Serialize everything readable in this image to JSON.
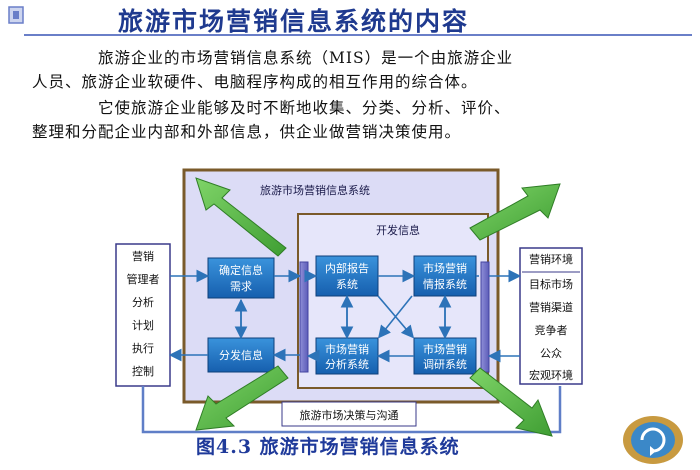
{
  "slide": {
    "title": "旅游市场营销信息系统的内容",
    "paragraph1_line1": "旅游企业的市场营销信息系统（MIS）是一个由旅游企业",
    "paragraph1_line2": "人员、旅游企业软硬件、电脑程序构成的相互作用的综合体。",
    "paragraph2_line1": "它使旅游企业能够及时不断地收集、分类、分析、评价、",
    "paragraph2_line2": "整理和分配企业内部和外部信息，供企业做营销决策使用。",
    "caption": "图4.3  旅游市场营销信息系统"
  },
  "diagram": {
    "outer_label": "旅游市场营销信息系统",
    "inner_label": "开发信息",
    "bottom_label": "旅游市场决策与沟通",
    "left_panel": [
      "营销",
      "管理者",
      "分析",
      "计划",
      "执行",
      "控制"
    ],
    "right_panel": [
      "营销环境",
      "目标市场",
      "营销渠道",
      "竞争者",
      "公众",
      "宏观环境"
    ],
    "box_needs": [
      "确定信息",
      "需求"
    ],
    "box_distribute": "分发信息",
    "box_internal": [
      "内部报告",
      "系统"
    ],
    "box_intel": [
      "市场营销",
      "情报系统"
    ],
    "box_analysis": [
      "市场营销",
      "分析系统"
    ],
    "box_research": [
      "市场营销",
      "调研系统"
    ]
  },
  "colors": {
    "title": "#1f3a8f",
    "outer_fill": "#dcdcf6",
    "outer_border": "#7a5a2a",
    "box_fill": "#1f78c8",
    "big_arrow": "#5bbf45",
    "caption": "#1f3a9a"
  },
  "icons": [
    "bullet-icon",
    "refresh-logo-icon"
  ]
}
